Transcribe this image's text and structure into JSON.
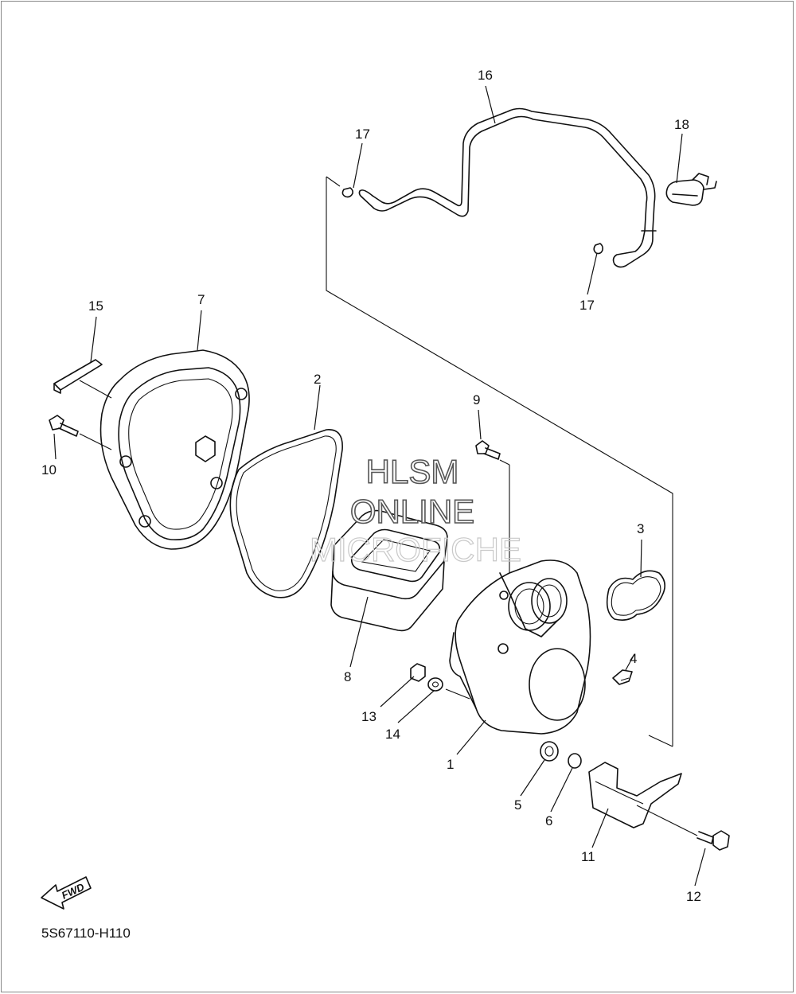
{
  "callouts": {
    "c1": "1",
    "c2": "2",
    "c3": "3",
    "c4": "4",
    "c5": "5",
    "c6": "6",
    "c7": "7",
    "c8": "8",
    "c9": "9",
    "c10": "10",
    "c11": "11",
    "c12": "12",
    "c13": "13",
    "c14": "14",
    "c15": "15",
    "c16": "16",
    "c17a": "17",
    "c17b": "17",
    "c18": "18"
  },
  "watermark": {
    "line1": "HLSM",
    "line2": "ONLINE",
    "line3": "MICROFICHE"
  },
  "fwd_label": "FWD",
  "figure_code": "5S67110-H110"
}
